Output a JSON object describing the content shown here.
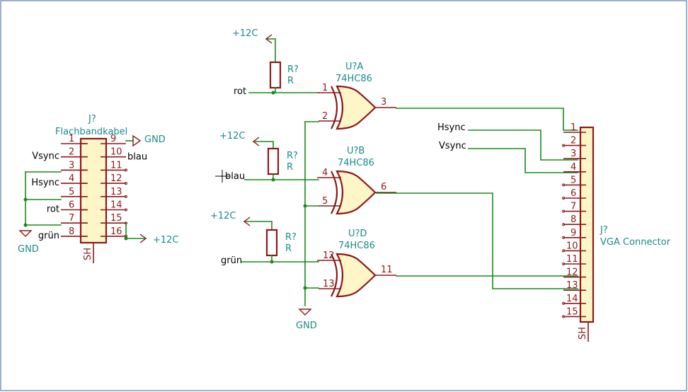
{
  "flachbandkabel": {
    "ref": "J?",
    "value": "Flachbandkabel",
    "shield_pin": "SH",
    "left_pins": [
      {
        "num": "1",
        "label": ""
      },
      {
        "num": "2",
        "label": "Vsync"
      },
      {
        "num": "3",
        "label": ""
      },
      {
        "num": "4",
        "label": "Hsync"
      },
      {
        "num": "5",
        "label": ""
      },
      {
        "num": "6",
        "label": "rot"
      },
      {
        "num": "7",
        "label": ""
      },
      {
        "num": "8",
        "label": "grün"
      }
    ],
    "right_pins": [
      {
        "num": "9",
        "label": ""
      },
      {
        "num": "10",
        "label": "blau"
      },
      {
        "num": "11",
        "label": ""
      },
      {
        "num": "12",
        "label": ""
      },
      {
        "num": "13",
        "label": ""
      },
      {
        "num": "14",
        "label": ""
      },
      {
        "num": "15",
        "label": ""
      },
      {
        "num": "16",
        "label": ""
      }
    ],
    "gnd_right": "GND",
    "gnd_left": "GND",
    "vcc_right": "+12C"
  },
  "vga": {
    "ref": "J?",
    "value": "VGA Connector",
    "shield_pin": "SH",
    "pins": [
      "1",
      "2",
      "3",
      "4",
      "5",
      "6",
      "7",
      "8",
      "9",
      "10",
      "11",
      "12",
      "13",
      "14",
      "15"
    ],
    "hsync_label": "Hsync",
    "vsync_label": "Vsync"
  },
  "resistors": [
    {
      "ref": "R?",
      "value": "R",
      "supply": "+12C",
      "net": "rot"
    },
    {
      "ref": "R?",
      "value": "R",
      "supply": "+12C",
      "net": "blau"
    },
    {
      "ref": "R?",
      "value": "R",
      "supply": "+12C",
      "net": "grün"
    }
  ],
  "gates": [
    {
      "ref": "U?A",
      "value": "74HC86",
      "in1": "1",
      "in2": "2",
      "out": "3"
    },
    {
      "ref": "U?B",
      "value": "74HC86",
      "in1": "4",
      "in2": "5",
      "out": "6"
    },
    {
      "ref": "U?D",
      "value": "74HC86",
      "in1": "12",
      "in2": "13",
      "out": "11"
    }
  ],
  "gnd_center": "GND"
}
